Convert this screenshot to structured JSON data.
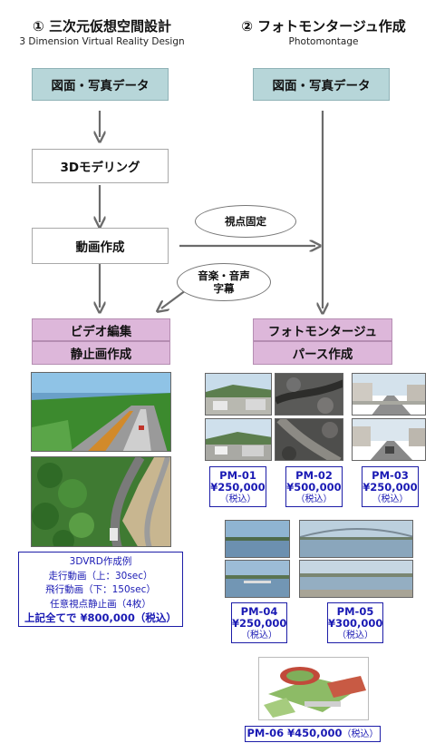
{
  "left_column": {
    "title": "① 三次元仮想空間設計",
    "subtitle": "3 Dimension Virtual Reality Design",
    "step1": "図面・写真データ",
    "step2": "3Dモデリング",
    "step3": "動画作成",
    "step4a": "ビデオ編集",
    "step4b": "静止画作成"
  },
  "right_column": {
    "title": "② フォトモンタージュ作成",
    "subtitle": "Photomontage",
    "step1": "図面・写真データ",
    "step2a": "フォトモンタージュ",
    "step2b": "パース作成"
  },
  "bubbles": {
    "fixed_view": "視点固定",
    "audio_line1": "音楽・音声",
    "audio_line2": "字幕"
  },
  "vrd_example": {
    "line1": "3DVRD作成例",
    "line2": "走行動画（上：30sec）",
    "line3": "飛行動画（下：150sec）",
    "line4": "任意視点静止画（4枚）",
    "line5": "上記全てで ¥800,000（税込）"
  },
  "packages": [
    {
      "id": "PM-01",
      "price": "¥250,000",
      "tax": "（税込）"
    },
    {
      "id": "PM-02",
      "price": "¥500,000",
      "tax": "（税込）"
    },
    {
      "id": "PM-03",
      "price": "¥250,000",
      "tax": "（税込）"
    },
    {
      "id": "PM-04",
      "price": "¥250,000",
      "tax": "（税込）"
    },
    {
      "id": "PM-05",
      "price": "¥300,000",
      "tax": "（税込）"
    }
  ],
  "pm06": {
    "label": "PM-06 ¥450,000",
    "tax": "（税込）"
  },
  "colors": {
    "teal_box": "#b7d6d9",
    "pink_box": "#ddb7da",
    "price_text": "#1a1ab4",
    "arrow": "#707070"
  }
}
